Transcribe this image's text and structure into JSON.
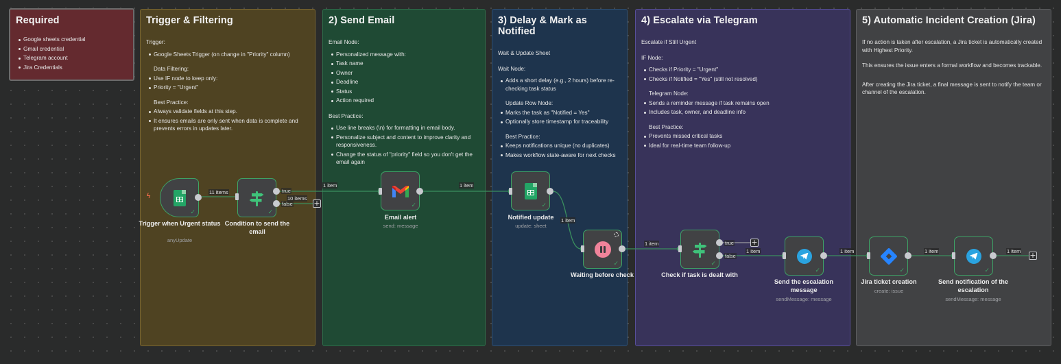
{
  "stickies": {
    "required": {
      "title": "Required",
      "items": [
        "Google sheets credential",
        "Gmail credential",
        "Telegram account",
        "Jira Credentials"
      ]
    },
    "trigger": {
      "title": "Trigger & Filtering",
      "trigger_label": "Trigger:",
      "trigger_items": [
        "Google Sheets Trigger (on change in \"Priority\" column)"
      ],
      "filter_label": "Data Filtering:",
      "filter_items": [
        "Use IF node to keep only:",
        "Priority = \"Urgent\""
      ],
      "best_label": "Best Practice:",
      "best_items": [
        "Always validate fields at this step.",
        "It ensures emails are only sent when data is complete and prevents errors in updates later."
      ]
    },
    "email": {
      "title": "2) Send Email",
      "node_label": "Email Node:",
      "node_items": [
        "Personalized message with:",
        "Task name",
        "Owner",
        "Deadline",
        "Status",
        "Action required"
      ],
      "best_label": "Best Practice:",
      "best_items": [
        "Use line breaks (\\n) for formatting in email body.",
        "Personalize subject and content to improve clarity and responsiveness.",
        "Change the status of \"priority\" field so you don't get the email again"
      ]
    },
    "delay": {
      "title": "3) Delay & Mark as Notified",
      "intro": "Wait & Update Sheet",
      "wait_label": "Wait Node:",
      "wait_items": [
        "Adds a short delay (e.g., 2 hours) before re-checking task status"
      ],
      "update_label": "Update Row Node:",
      "update_items": [
        "Marks the task as \"Notified = Yes\"",
        "Optionally store timestamp for traceability"
      ],
      "best_label": "Best Practice:",
      "best_items": [
        "Keeps notifications unique (no duplicates)",
        "Makes workflow state-aware for next checks"
      ]
    },
    "telegram": {
      "title": "4) Escalate via Telegram",
      "intro": "Escalate if Still Urgent",
      "if_label": "IF Node:",
      "if_items": [
        "Checks if Priority = \"Urgent\"",
        "Checks if Notified = \"Yes\" (still not resolved)"
      ],
      "tele_label": "Telegram Node:",
      "tele_items": [
        "Sends a reminder message if task remains open",
        "Includes task, owner, and deadline info"
      ],
      "best_label": "Best Practice:",
      "best_items": [
        "Prevents missed critical tasks",
        "Ideal for real-time team follow-up"
      ]
    },
    "jira": {
      "title": "5) Automatic Incident Creation (Jira)",
      "p1": "If no action is taken after escalation, a Jira ticket is automatically created with Highest Priority.",
      "p2": "This ensures the issue enters a formal workflow and becomes trackable.",
      "p3": "After creating the Jira ticket, a final message is sent to notify the team or channel of the escalation."
    }
  },
  "nodes": [
    {
      "id": "trigger",
      "title": "Trigger when Urgent status",
      "subtitle": "anyUpdate",
      "icon": "google-sheets-icon"
    },
    {
      "id": "condition",
      "title": "Condition to send the email",
      "subtitle": "",
      "icon": "if-signpost-icon"
    },
    {
      "id": "email",
      "title": "Email alert",
      "subtitle": "send: message",
      "icon": "gmail-icon"
    },
    {
      "id": "notified",
      "title": "Notified update",
      "subtitle": "update: sheet",
      "icon": "google-sheets-icon"
    },
    {
      "id": "wait",
      "title": "Waiting before check",
      "subtitle": "",
      "icon": "pause-icon"
    },
    {
      "id": "check",
      "title": "Check if task is dealt with",
      "subtitle": "",
      "icon": "if-signpost-icon"
    },
    {
      "id": "escalation",
      "title": "Send the escalation message",
      "subtitle": "sendMessage: message",
      "icon": "telegram-icon"
    },
    {
      "id": "jira",
      "title": "Jira ticket creation",
      "subtitle": "create: issue",
      "icon": "jira-icon"
    },
    {
      "id": "notify",
      "title": "Send notification of the escalation",
      "subtitle": "sendMessage: message",
      "icon": "telegram-icon"
    }
  ],
  "edges": {
    "trigger_to_condition": "11 items",
    "condition_true_to_email": "1 item",
    "condition_false": "10 items",
    "email_to_notified": "1 item",
    "notified_to_wait": "1 item",
    "wait_to_check": "1 item",
    "check_true": "",
    "check_false_to_escalation": "1 item",
    "escalation_to_jira": "1 item",
    "jira_to_notify": "1 item",
    "notify_out": "1 item"
  },
  "branches": {
    "true": "true",
    "false": "false"
  },
  "colors": {
    "node_border_success": "#3ea366",
    "connection": "#3a8f5e",
    "canvas_bg": "#2a2b2b"
  }
}
